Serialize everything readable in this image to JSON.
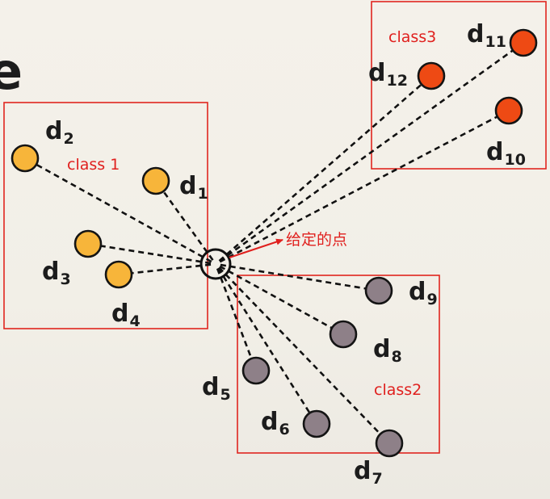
{
  "colors": {
    "class1": "#f7b53a",
    "class2": "#8e8088",
    "class3": "#ee4a14",
    "annotation": "#e0201e",
    "background": "#f3f0e9"
  },
  "classes": [
    {
      "id": "class1",
      "label": "class 1"
    },
    {
      "id": "class2",
      "label": "class2"
    },
    {
      "id": "class3",
      "label": "class3"
    }
  ],
  "query_point": {
    "label": "给定的点"
  },
  "points": [
    {
      "id": "d1",
      "main": "d",
      "sub": "1",
      "class": "class1"
    },
    {
      "id": "d2",
      "main": "d",
      "sub": "2",
      "class": "class1"
    },
    {
      "id": "d3",
      "main": "d",
      "sub": "3",
      "class": "class1"
    },
    {
      "id": "d4",
      "main": "d",
      "sub": "4",
      "class": "class1"
    },
    {
      "id": "d5",
      "main": "d",
      "sub": "5",
      "class": "class2"
    },
    {
      "id": "d6",
      "main": "d",
      "sub": "6",
      "class": "class2"
    },
    {
      "id": "d7",
      "main": "d",
      "sub": "7",
      "class": "class2"
    },
    {
      "id": "d8",
      "main": "d",
      "sub": "8",
      "class": "class2"
    },
    {
      "id": "d9",
      "main": "d",
      "sub": "9",
      "class": "class2"
    },
    {
      "id": "d10",
      "main": "d",
      "sub": "10",
      "class": "class3"
    },
    {
      "id": "d11",
      "main": "d",
      "sub": "11",
      "class": "class3"
    },
    {
      "id": "d12",
      "main": "d",
      "sub": "12",
      "class": "class3"
    }
  ],
  "partial_text": "e"
}
